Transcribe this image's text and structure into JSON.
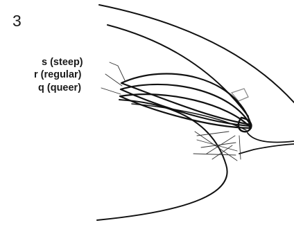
{
  "panel_number": "3",
  "labels": {
    "steep": "s (steep)",
    "regular": "r (regular)",
    "queer": "q (queer)"
  },
  "colors": {
    "ink": "#111111",
    "background": "#ffffff",
    "shading": "#8a8a8a"
  }
}
